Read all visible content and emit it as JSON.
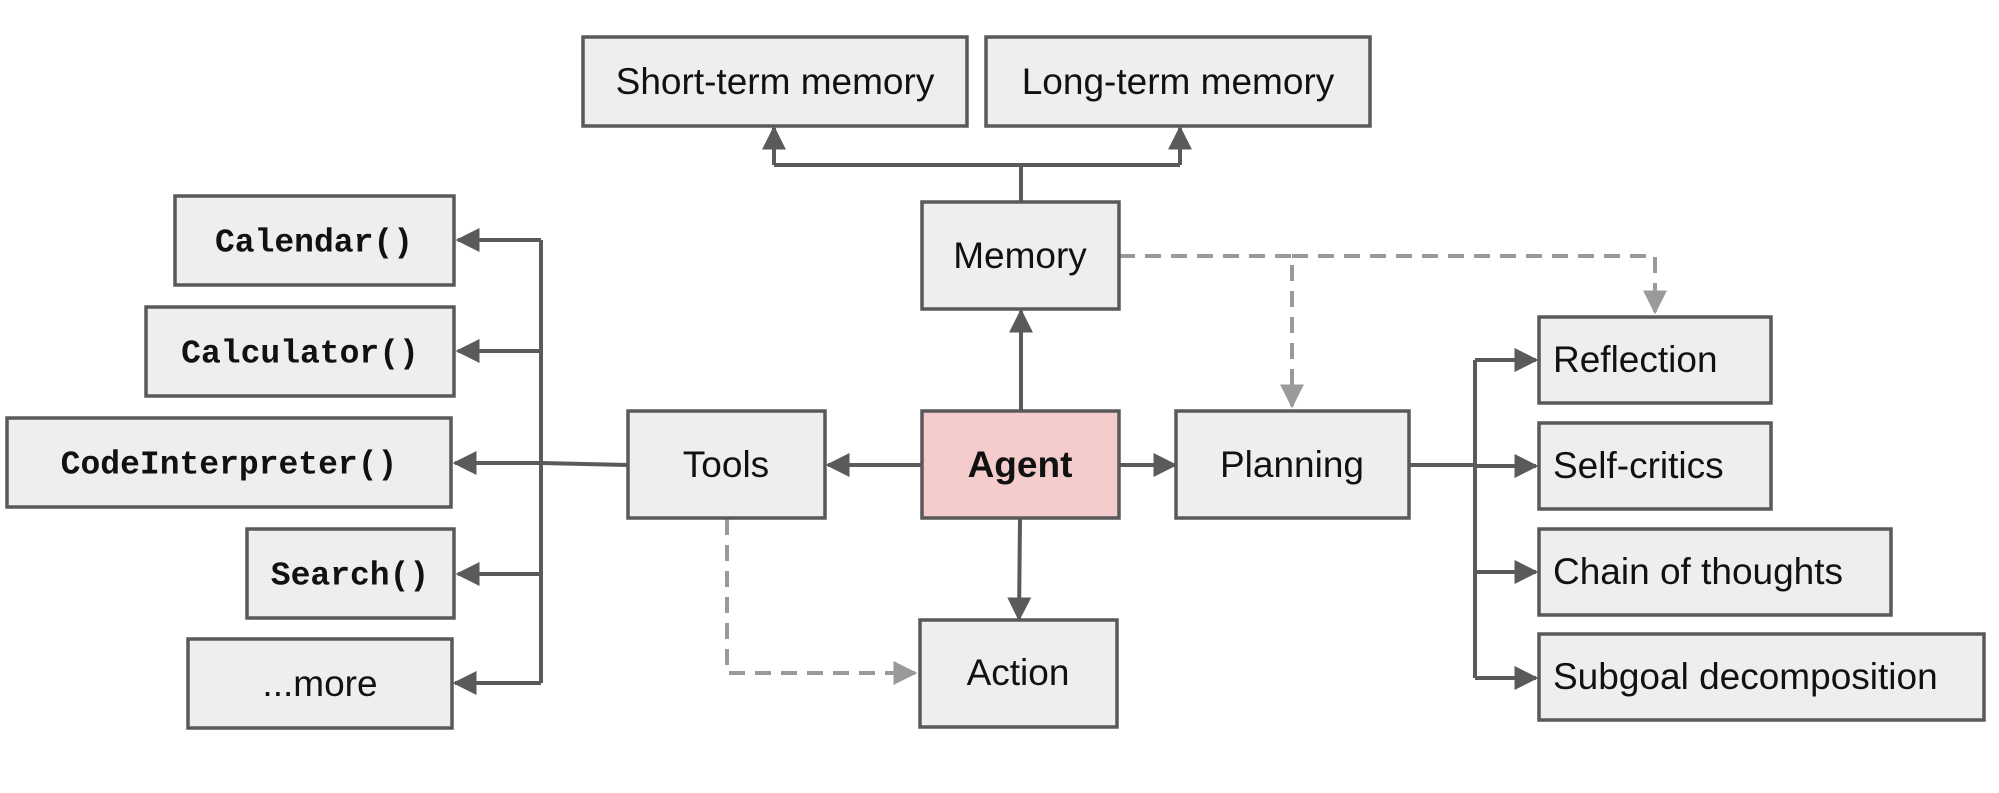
{
  "nodes": {
    "short_term_memory": "Short-term memory",
    "long_term_memory": "Long-term memory",
    "memory": "Memory",
    "agent": "Agent",
    "tools": "Tools",
    "planning": "Planning",
    "action": "Action",
    "calendar": "Calendar()",
    "calculator": "Calculator()",
    "code_interpreter": "CodeInterpreter()",
    "search": "Search()",
    "more": "...more",
    "reflection": "Reflection",
    "self_critics": "Self-critics",
    "chain_of_thoughts": "Chain of thoughts",
    "subgoal_decomposition": "Subgoal decomposition"
  },
  "colors": {
    "box_fill": "#eeeeee",
    "agent_fill": "#f4cccc",
    "border": "#595959",
    "solid_connector": "#5a5a5a",
    "dashed_connector": "#9a9a9a"
  }
}
